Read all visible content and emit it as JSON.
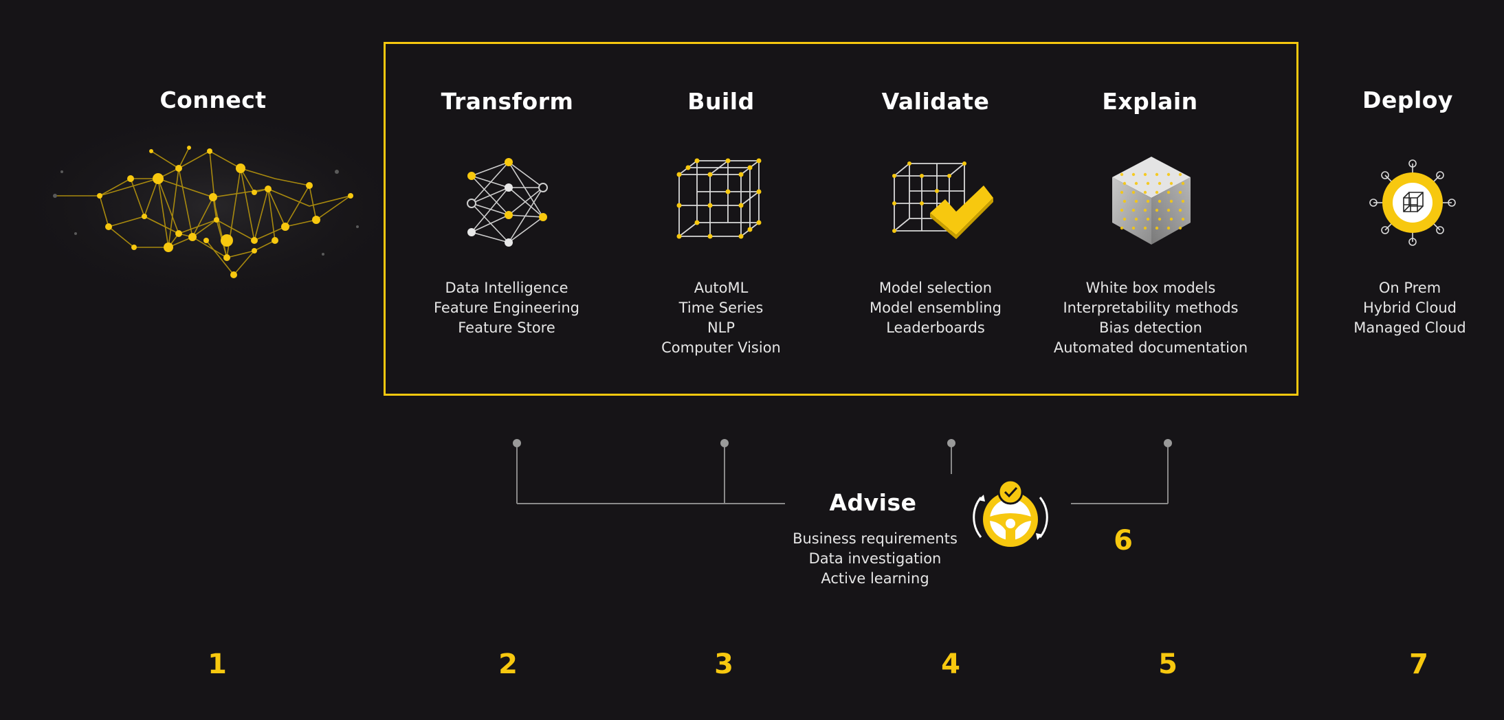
{
  "colors": {
    "background": "#161417",
    "accent": "#f7c80f",
    "text": "#ffffff",
    "connector": "#8a8a8a"
  },
  "stages": {
    "connect": {
      "title": "Connect",
      "number": "1",
      "icon": "network-graph-icon",
      "items": []
    },
    "transform": {
      "title": "Transform",
      "number": "2",
      "icon": "neural-network-icon",
      "items": [
        "Data Intelligence",
        "Feature Engineering",
        "Feature Store"
      ]
    },
    "build": {
      "title": "Build",
      "number": "3",
      "icon": "wireframe-cube-icon",
      "items": [
        "AutoML",
        "Time Series",
        "NLP",
        "Computer Vision"
      ]
    },
    "validate": {
      "title": "Validate",
      "number": "4",
      "icon": "cube-checkmark-icon",
      "items": [
        "Model selection",
        "Model ensembling",
        "Leaderboards"
      ]
    },
    "explain": {
      "title": "Explain",
      "number": "5",
      "icon": "glass-cube-icon",
      "items": [
        "White box models",
        "Interpretability methods",
        "Bias detection",
        "Automated documentation"
      ]
    },
    "advise": {
      "title": "Advise",
      "number": "6",
      "icon": "steering-wheel-icon",
      "items": [
        "Business requirements",
        "Data investigation",
        "Active learning"
      ]
    },
    "deploy": {
      "title": "Deploy",
      "number": "7",
      "icon": "deploy-hub-icon",
      "items": [
        "On Prem",
        "Hybrid Cloud",
        "Managed Cloud"
      ]
    }
  }
}
